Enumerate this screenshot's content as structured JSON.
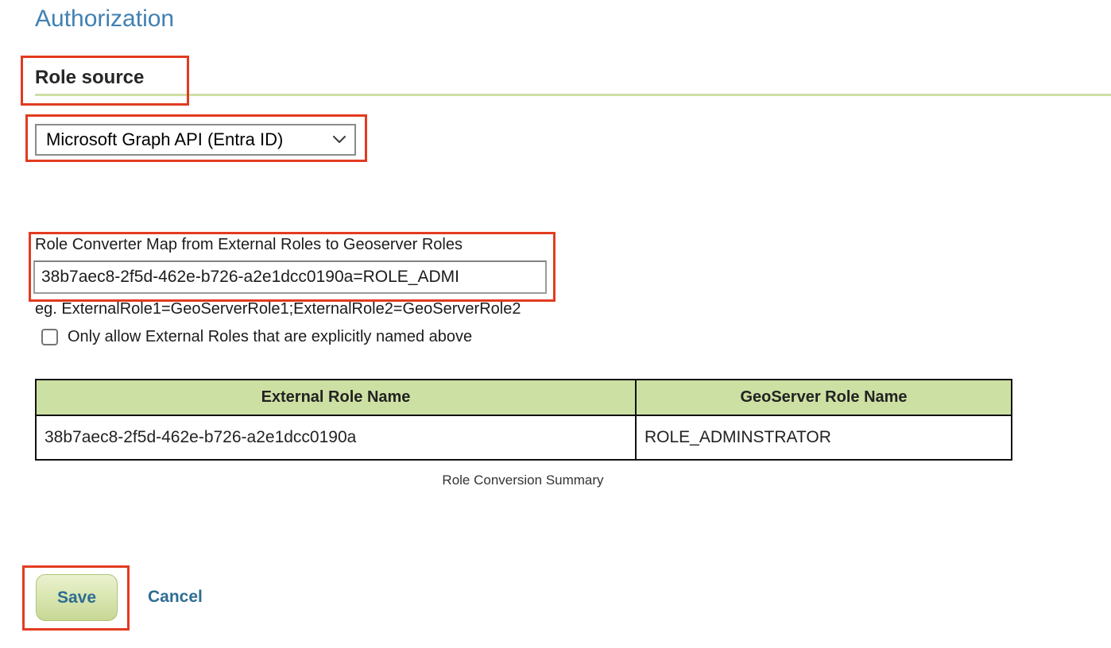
{
  "page": {
    "title": "Authorization"
  },
  "role_source": {
    "heading": "Role source",
    "select_value": "Microsoft Graph API (Entra ID)"
  },
  "converter": {
    "label": "Role Converter Map from External Roles to Geoserver Roles",
    "input_value": "38b7aec8-2f5d-462e-b726-a2e1dcc0190a=ROLE_ADMI",
    "hint": "eg. ExternalRole1=GeoServerRole1;ExternalRole2=GeoServerRole2",
    "checkbox_label": "Only allow External Roles that are explicitly named above",
    "checkbox_checked": false
  },
  "summary_table": {
    "headers": [
      "External Role Name",
      "GeoServer Role Name"
    ],
    "rows": [
      [
        "38b7aec8-2f5d-462e-b726-a2e1dcc0190a",
        "ROLE_ADMINSTRATOR"
      ]
    ],
    "caption": "Role Conversion Summary"
  },
  "actions": {
    "save_label": "Save",
    "cancel_label": "Cancel"
  },
  "colors": {
    "title_blue": "#4080b2",
    "heading_underline_green": "#cde0a4",
    "table_header_green": "#cde0a3",
    "annotation_red": "#e23b20",
    "action_blue": "#2e6d92"
  }
}
